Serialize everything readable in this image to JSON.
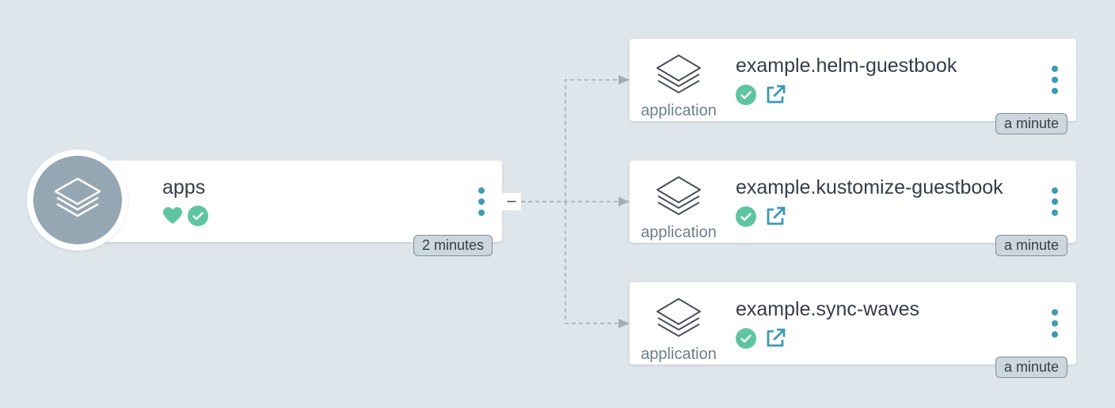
{
  "colors": {
    "background": "#dee6eb",
    "healthy": "#5ec5a0",
    "accent": "#3d9ab5",
    "root_circle": "#95a7b3"
  },
  "root": {
    "name": "apps",
    "age": "2 minutes",
    "collapse_symbol": "–",
    "icons": [
      "heart-icon",
      "check-circle-icon",
      "layers-icon",
      "kebab-menu-icon"
    ]
  },
  "children": [
    {
      "name": "example.helm-guestbook",
      "kind": "application",
      "age": "a minute"
    },
    {
      "name": "example.kustomize-guestbook",
      "kind": "application",
      "age": "a minute"
    },
    {
      "name": "example.sync-waves",
      "kind": "application",
      "age": "a minute"
    }
  ]
}
